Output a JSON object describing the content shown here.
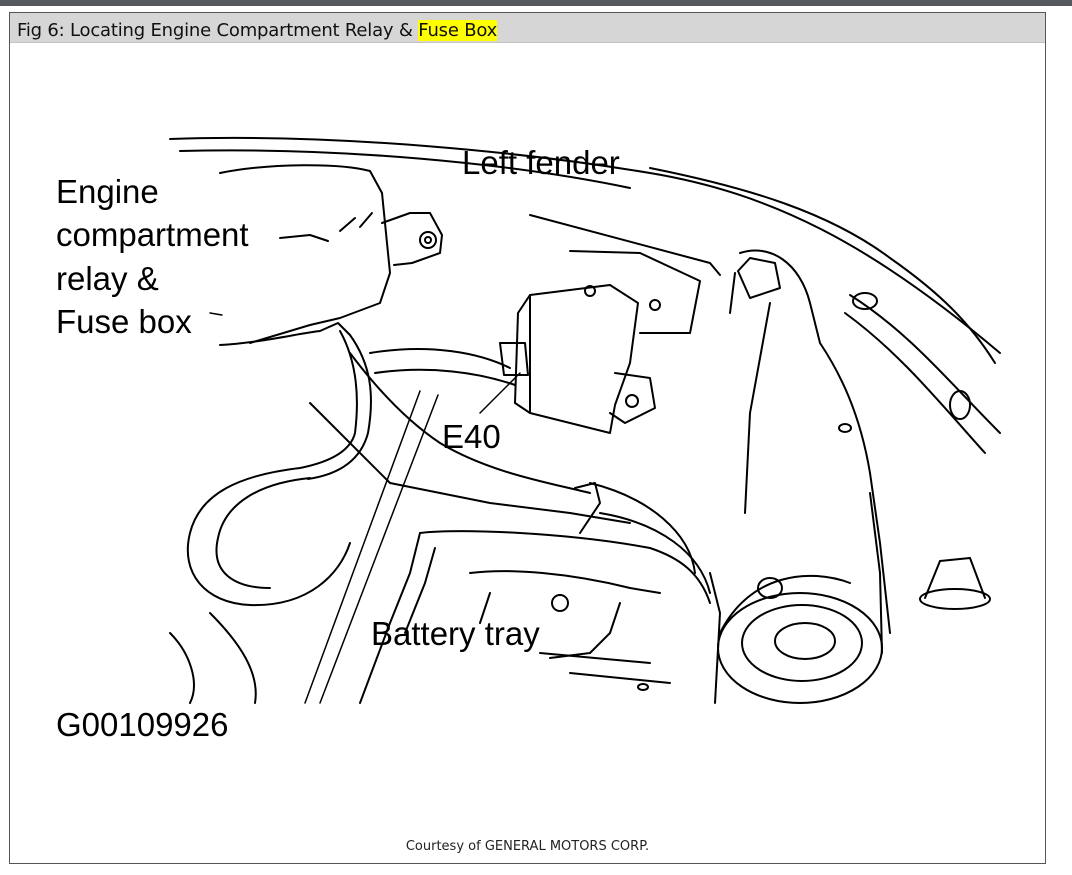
{
  "figure": {
    "caption_prefix": "Fig 6: Locating Engine Compartment Relay & ",
    "caption_highlight": "Fuse Box",
    "highlight_color": "#ffff00",
    "courtesy": "Courtesy of GENERAL MOTORS CORP."
  },
  "labels": {
    "engine_line1": "Engine",
    "engine_line2": "compartment",
    "engine_line3": "relay &",
    "engine_line4": "Fuse box",
    "left_fender": "Left fender",
    "e40": "E40",
    "battery_tray": "Battery tray",
    "figure_id": "G00109926"
  }
}
